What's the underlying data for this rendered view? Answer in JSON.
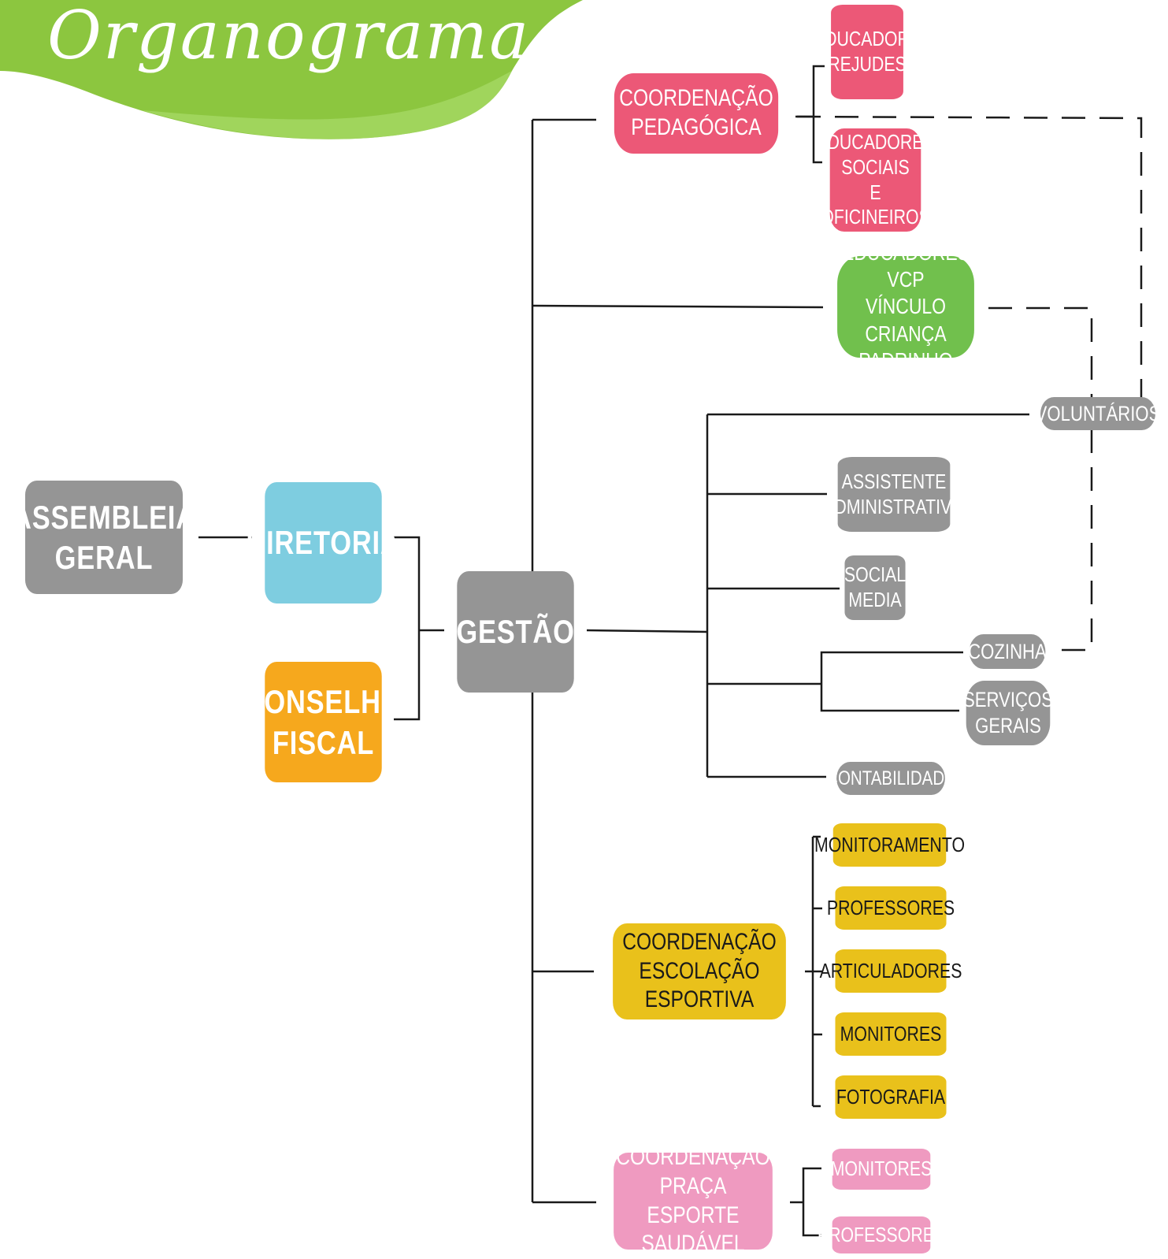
{
  "title": "Organograma",
  "colors": {
    "gray": "#959595",
    "blue": "#7ecde0",
    "orange": "#f6a81d",
    "red": "#ec5877",
    "green": "#71c04d",
    "yellow": "#e9c11b",
    "pink": "#ef9ac0",
    "banner_green": "#8cc63f"
  },
  "nodes": {
    "assembleia": "ASSEMBLEIA\nGERAL",
    "diretoria": "DIRETORIA",
    "conselho": "CONSELHO\nFISCAL",
    "gestao": "GESTÃO",
    "coord_pedagogica": "COORDENAÇÃO\nPEDAGÓGICA",
    "educadora_rejudes": "EDUCADORA\nREJUDES",
    "educadores_sociais": "EDUCADORES\nSOCIAIS\nE OFICINEIROS",
    "educadores_vcp": "EDUCADORES VCP\nVÍNCULO CRIANÇA\nPADRINHO",
    "voluntarios": "VOLUNTÁRIOS",
    "assistente": "ASSISTENTE\nADMINISTRATIVO",
    "social_media": "SOCIAL\nMEDIA",
    "cozinha": "COZINHA",
    "servicos_gerais": "SERVIÇOS\nGERAIS",
    "contabilidade": "CONTABILIDADE",
    "coord_escolacao": "COORDENAÇÃO\nESCOLAÇÃO ESPORTIVA",
    "monitoramento": "MONITORAMENTO",
    "professores_esc": "PROFESSORES",
    "articuladores": "ARTICULADORES",
    "monitores_esc": "MONITORES",
    "fotografia": "FOTOGRAFIA",
    "coord_praca": "COORDENAÇÃO PRAÇA\nESPORTE SAUDÁVEL",
    "monitores_praca": "MONITORES",
    "professores_praca": "PROFESSORES"
  }
}
